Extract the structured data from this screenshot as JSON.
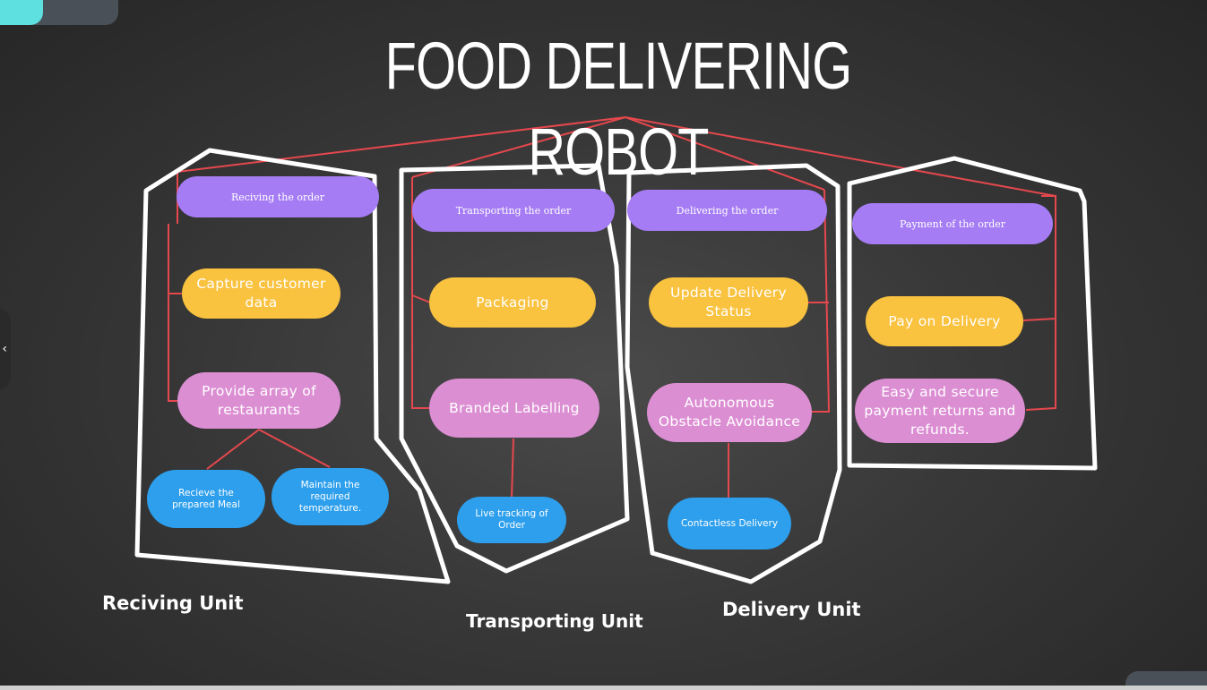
{
  "title": "FOOD DELIVERING ROBOT",
  "units": {
    "receiving": {
      "label": "Reciving Unit",
      "header": "Reciving the order",
      "steps": [
        "Capture customer data",
        "Provide array of restaurants"
      ],
      "sub_steps": [
        "Recieve the prepared Meal",
        "Maintain the required temperature."
      ]
    },
    "transporting": {
      "label": "Transporting Unit",
      "header": "Transporting the order",
      "steps": [
        "Packaging",
        "Branded Labelling"
      ],
      "sub_steps": [
        "Live tracking of Order"
      ]
    },
    "delivery": {
      "label": "Delivery Unit",
      "header": "Delivering the order",
      "steps": [
        "Update Delivery Status",
        "Autonomous Obstacle Avoidance"
      ],
      "sub_steps": [
        "Contactless Delivery"
      ]
    },
    "payment": {
      "header": "Payment of the order",
      "steps": [
        "Pay on Delivery",
        "Easy and secure payment returns and refunds."
      ]
    }
  },
  "icons": {
    "side_handle": "chevron-left-icon"
  },
  "colors": {
    "header_pill": "#a57cf4",
    "step_primary": "#f9c23f",
    "step_secondary": "#dc8ed3",
    "sub_step": "#2d9fec",
    "connector": "#e5484d",
    "outline": "#ffffff",
    "background": "#383838",
    "tab_accent": "#5ee0e0"
  }
}
